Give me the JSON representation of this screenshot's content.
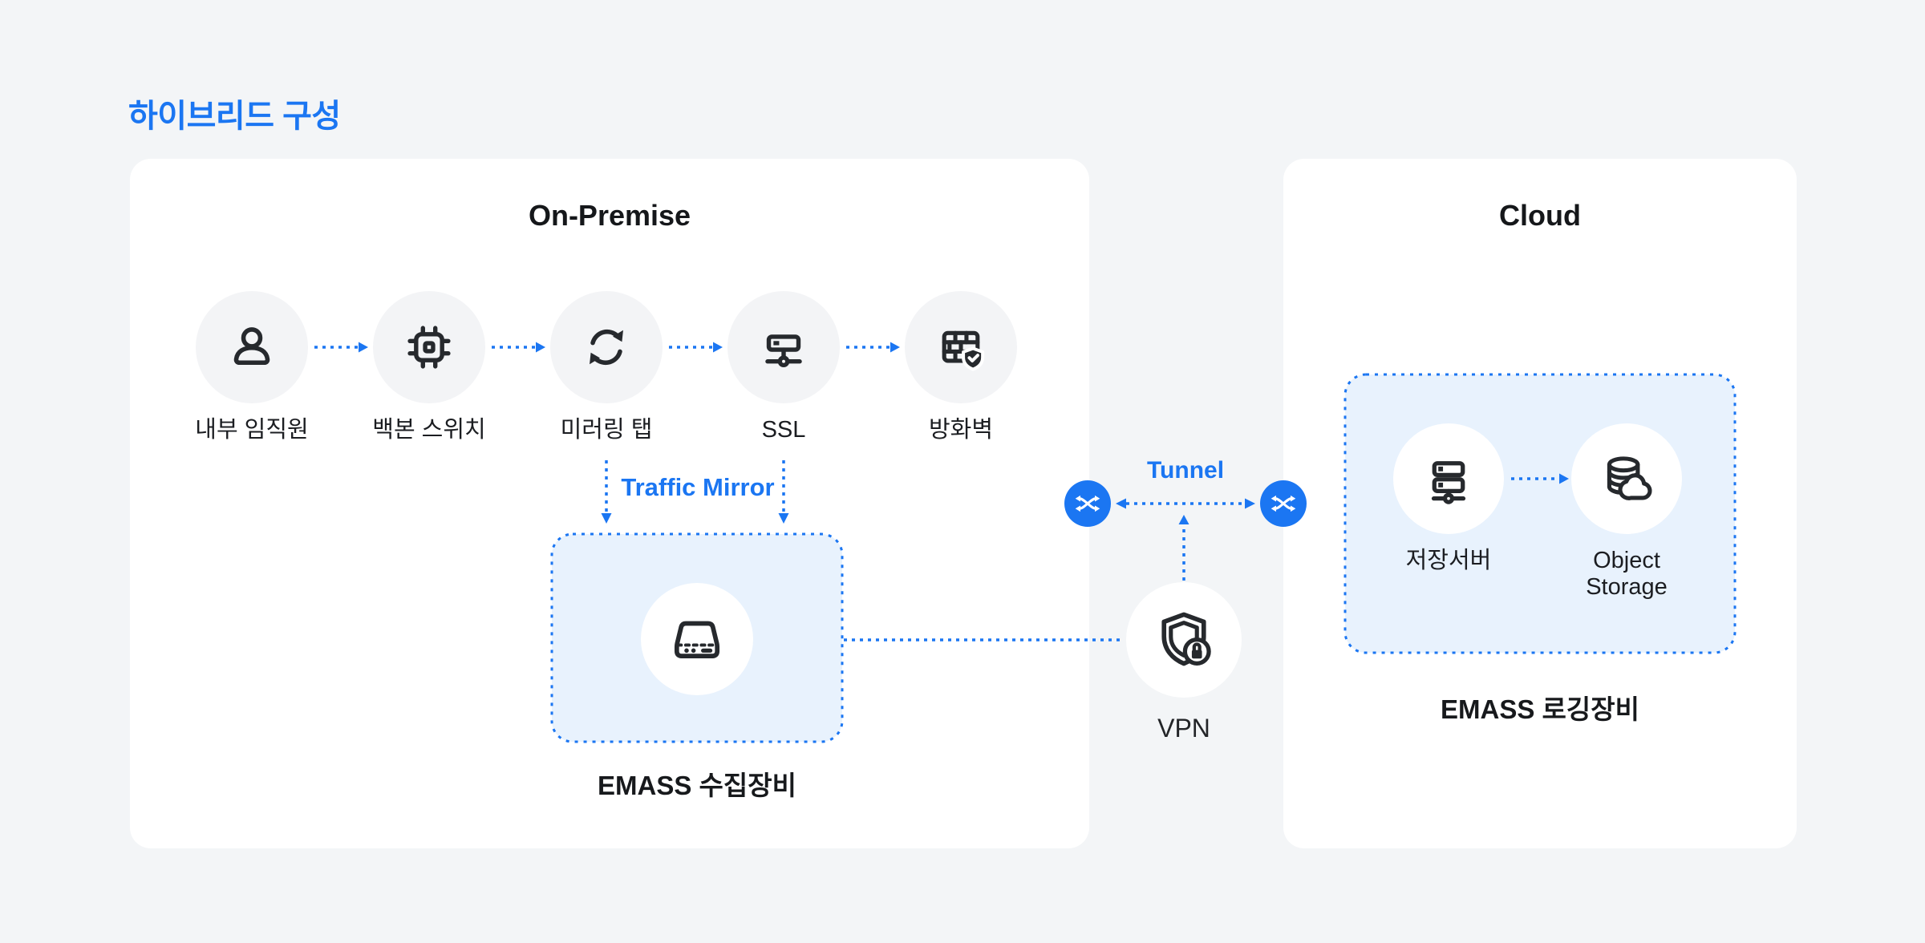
{
  "page": {
    "title": "하이브리드 구성"
  },
  "colors": {
    "accent": "#1b76f2",
    "background": "#f3f5f7",
    "panel": "#ffffff",
    "highlight_fill": "#e8f2fd",
    "icon_stroke": "#26292d",
    "text_dark": "#1b1d21"
  },
  "onprem": {
    "title": "On-Premise",
    "nodes": [
      {
        "label": "내부 임직원",
        "icon": "user-icon"
      },
      {
        "label": "백본 스위치",
        "icon": "cpu-icon"
      },
      {
        "label": "미러링 탭",
        "icon": "sync-icon"
      },
      {
        "label": "SSL",
        "icon": "network-device-icon"
      },
      {
        "label": "방화벽",
        "icon": "firewall-icon"
      }
    ],
    "traffic_mirror_label": "Traffic Mirror",
    "collector": {
      "label": "EMASS 수집장비",
      "icon": "storage-device-icon"
    }
  },
  "middle": {
    "tunnel_label": "Tunnel",
    "tunnel_endpoint_icon": "crossover-arrows-icon",
    "vpn_label": "VPN",
    "vpn_icon": "shield-lock-icon"
  },
  "cloud": {
    "title": "Cloud",
    "nodes": [
      {
        "label": "저장서버",
        "icon": "server-rack-icon"
      },
      {
        "label": "Object Storage",
        "icon": "object-storage-icon"
      }
    ],
    "logging_label": "EMASS 로깅장비"
  }
}
